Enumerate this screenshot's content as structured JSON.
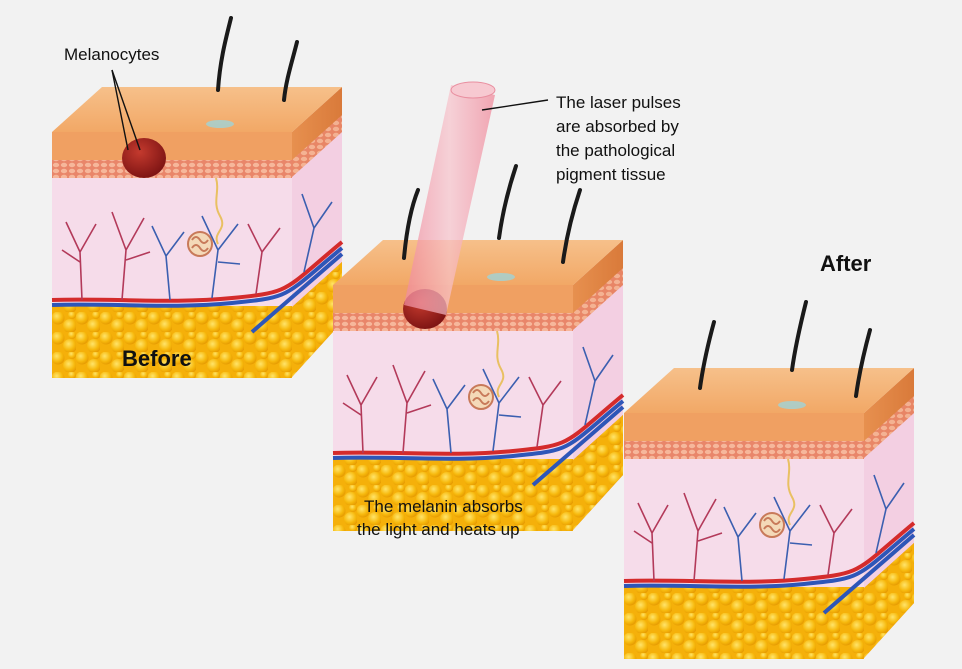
{
  "labels": {
    "melanocytes": "Melanocytes",
    "laser_line1": "The laser pulses",
    "laser_line2": "are absorbed by",
    "laser_line3": "the pathological",
    "laser_line4": "pigment tissue",
    "melanin_line1": "The melanin absorbs",
    "melanin_line2": "the light and heats up",
    "before": "Before",
    "after": "After"
  },
  "colors": {
    "background": "#f2f2f2",
    "epidermis_top": "#f3b277",
    "epidermis_side": "#e08a4c",
    "dermis": "#f6dcea",
    "fat": "#f7b90d",
    "melanin": "#9e1d1d",
    "laser": "#f3a4b1",
    "hair": "#1a1a1a",
    "artery": "#d42b2b",
    "vein": "#2e56b8"
  }
}
